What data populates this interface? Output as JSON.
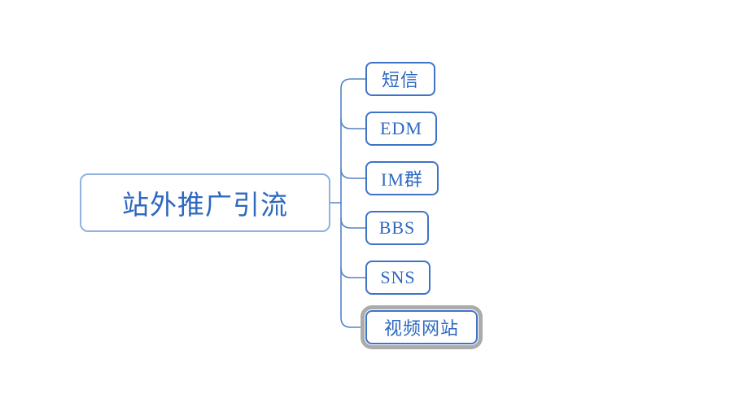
{
  "diagram": {
    "type": "mindmap",
    "root_node": {
      "label": "站外推广引流",
      "selected": false
    },
    "child_nodes": [
      {
        "label": "短信",
        "selected": false
      },
      {
        "label": "EDM",
        "selected": false
      },
      {
        "label": "IM群",
        "selected": false
      },
      {
        "label": "BBS",
        "selected": false
      },
      {
        "label": "SNS",
        "selected": false
      },
      {
        "label": "视频网站",
        "selected": true
      }
    ]
  },
  "colors": {
    "canvas_bg": "#ffffff",
    "text": "#2e68c0",
    "root_border": "#8fb2e0",
    "child_border": "#3e73c6",
    "connector": "#5583c3",
    "selection_ring": "#ababab"
  }
}
